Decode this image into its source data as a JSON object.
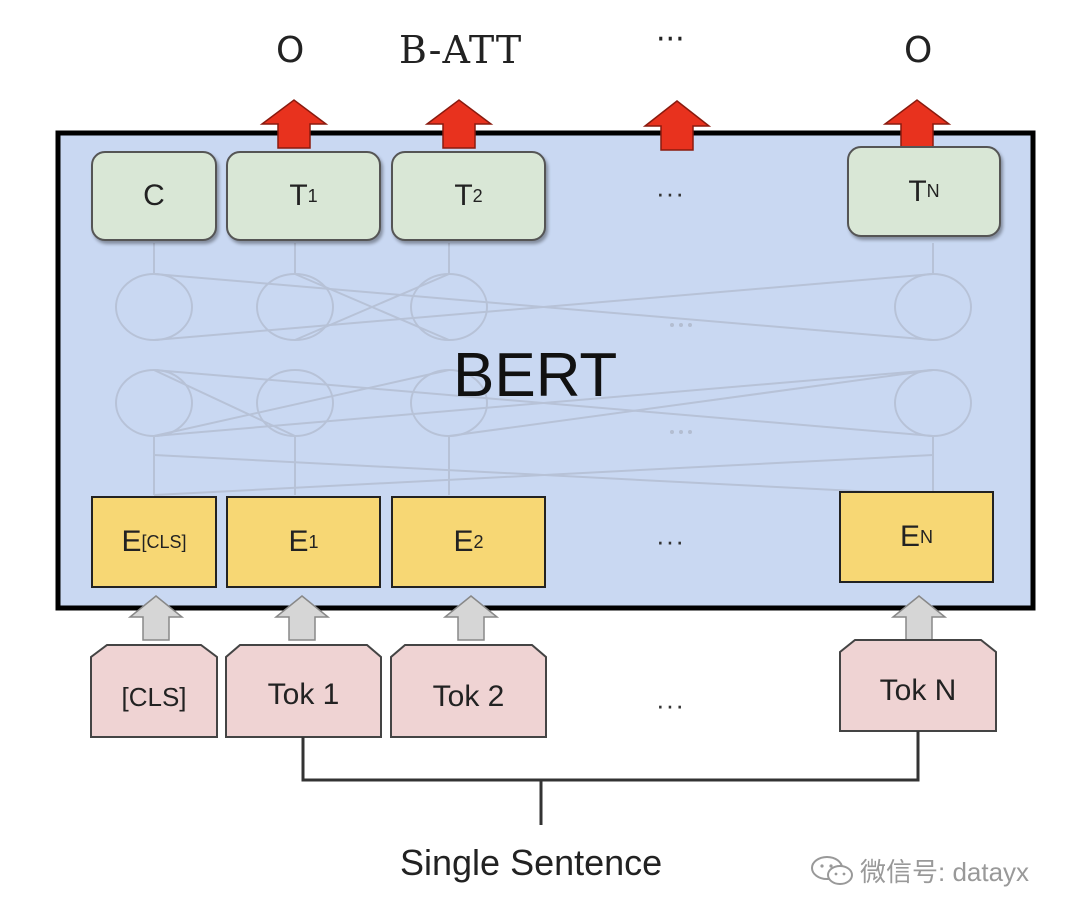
{
  "outputs": {
    "o1": "O",
    "o2": "B-ATT",
    "o3": "···",
    "o4": "O"
  },
  "top_boxes": {
    "c": "C",
    "t1": "T",
    "t1_sub": "1",
    "t2": "T",
    "t2_sub": "2",
    "dots": "···",
    "tn": "T",
    "tn_sub": "N"
  },
  "embeddings": {
    "e_cls": "E",
    "e_cls_sub": "[CLS]",
    "e1": "E",
    "e1_sub": "1",
    "e2": "E",
    "e2_sub": "2",
    "dots": "···",
    "en": "E",
    "en_sub": "N"
  },
  "model_label": "BERT",
  "tokens": {
    "cls": "[CLS]",
    "tok1": "Tok 1",
    "tok2": "Tok 2",
    "dots": "···",
    "tokn": "Tok N"
  },
  "caption": "Single Sentence",
  "watermark": "微信号: datayx",
  "colors": {
    "bert_fill": "#c9d8f2",
    "t_fill": "#d9e7d6",
    "e_fill": "#f7d774",
    "tok_fill": "#efd3d3",
    "arrow_red": "#e8321e",
    "arrow_gray": "#d0d0d0"
  }
}
